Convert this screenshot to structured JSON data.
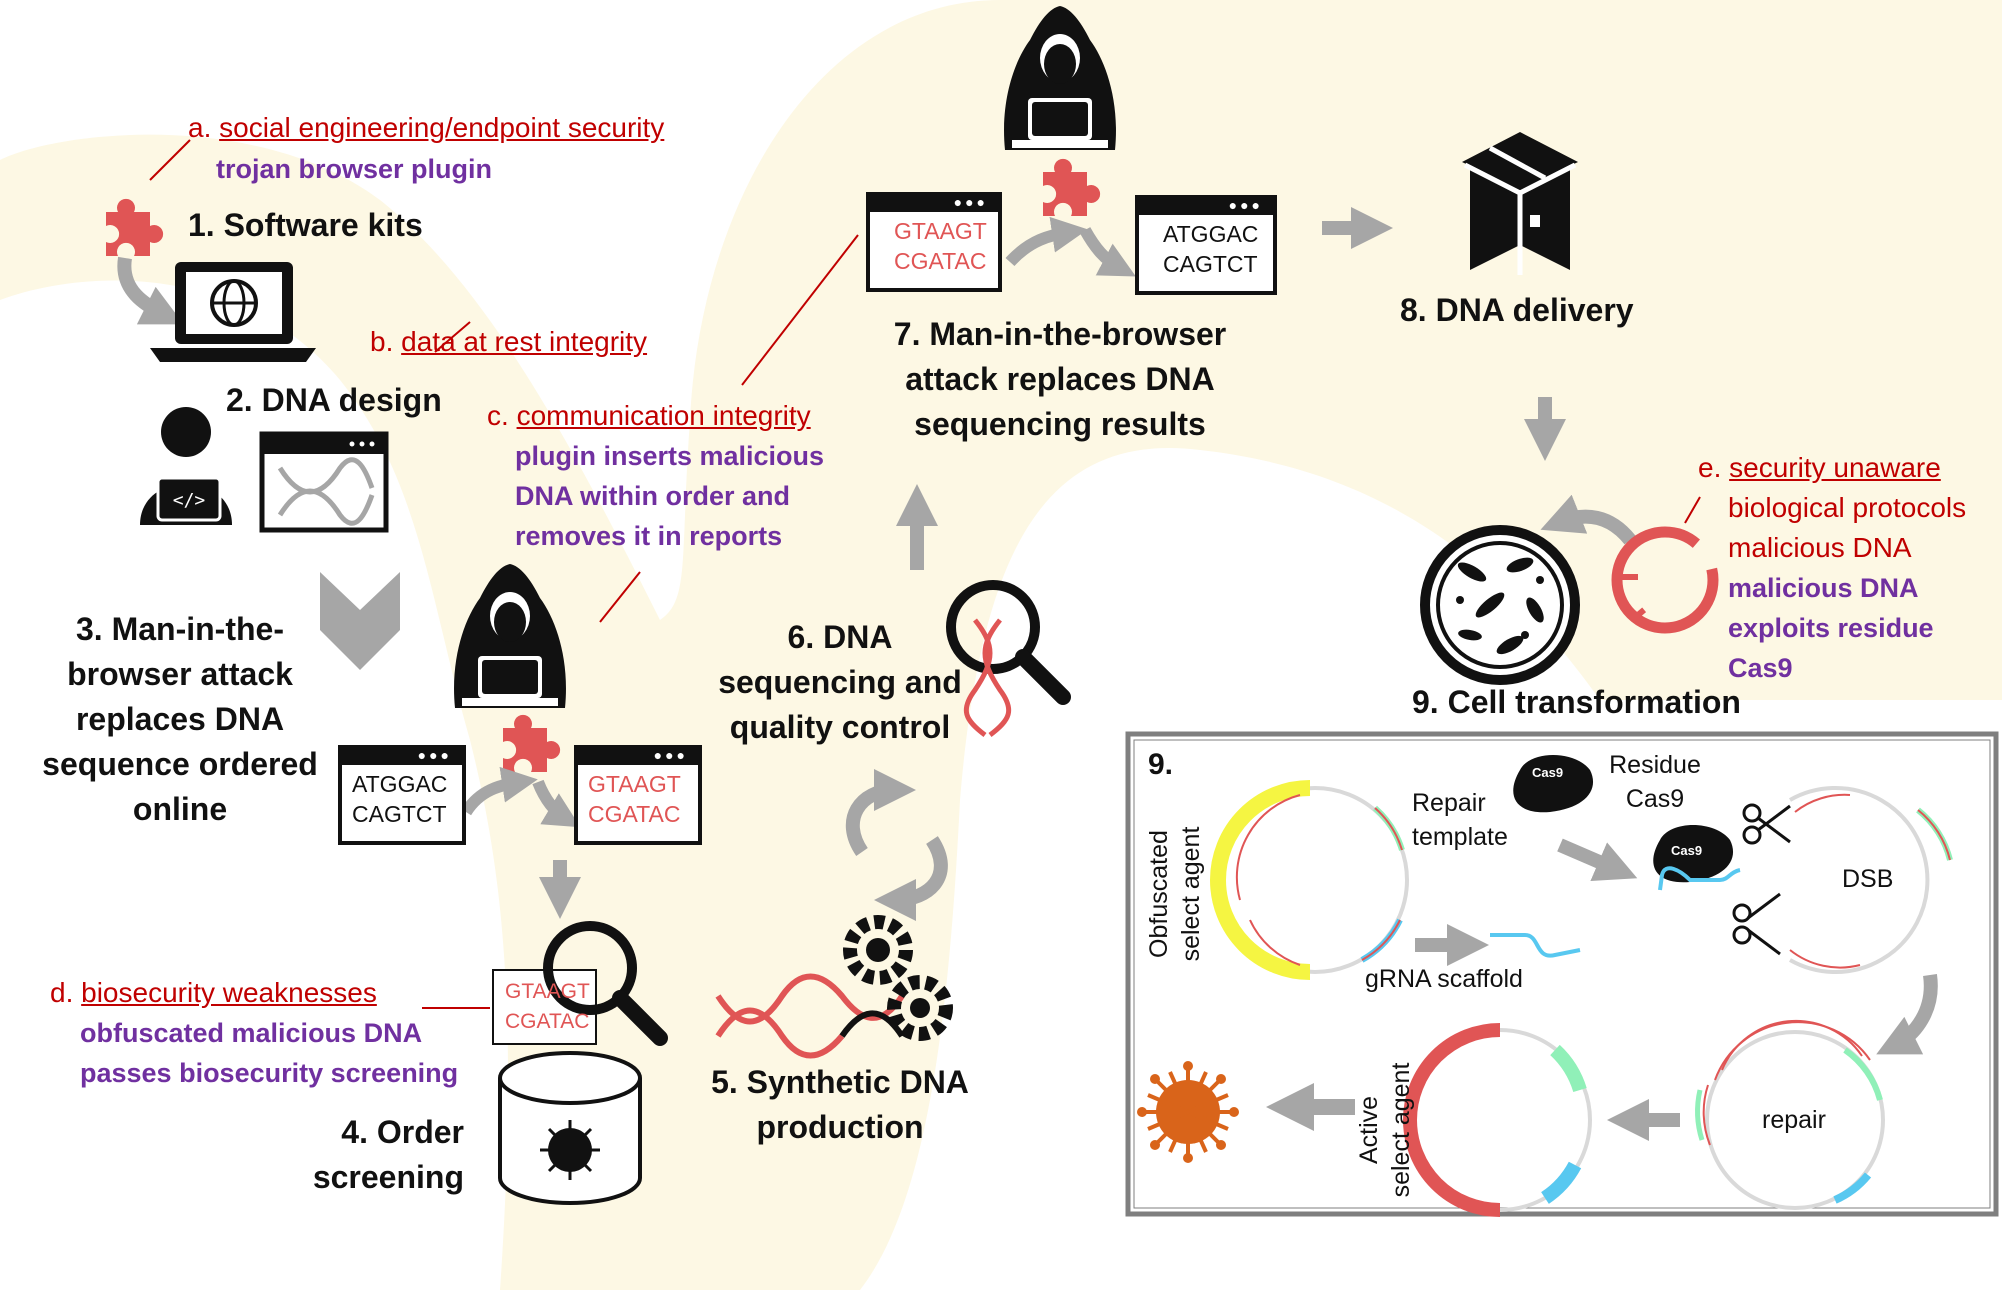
{
  "steps": {
    "s1": "1. Software kits",
    "s2": "2. DNA design",
    "s3": [
      "3. Man-in-the-",
      "browser attack",
      "replaces DNA",
      "sequence ordered",
      "online"
    ],
    "s4": [
      "4. Order",
      "screening"
    ],
    "s5": [
      "5. Synthetic DNA",
      "production"
    ],
    "s6": [
      "6. DNA",
      "sequencing and",
      "quality control"
    ],
    "s7": [
      "7. Man-in-the-browser",
      "attack replaces DNA",
      "sequencing results"
    ],
    "s8": "8. DNA delivery",
    "s9": "9. Cell transformation"
  },
  "annotations": {
    "a": {
      "prefix": "a. ",
      "title": "social engineering/endpoint security",
      "detail": [
        "trojan browser plugin"
      ]
    },
    "b": {
      "prefix": "b. ",
      "title": "data at rest integrity",
      "detail": []
    },
    "c": {
      "prefix": "c. ",
      "title": "communication integrity",
      "detail": [
        "plugin inserts malicious",
        "DNA within order and",
        "removes it in reports"
      ]
    },
    "d": {
      "prefix": "d. ",
      "title": "biosecurity weaknesses",
      "detail": [
        "obfuscated malicious DNA",
        "passes biosecurity screening"
      ]
    },
    "e": {
      "prefix": "e. ",
      "title": [
        "security unaware",
        "biological protocols",
        "malicious DNA"
      ],
      "detail": [
        "malicious DNA",
        "exploits residue",
        "Cas9"
      ]
    }
  },
  "sequences": {
    "order_original": [
      "ATGGAC",
      "CAGTCT"
    ],
    "order_replaced": [
      "GTAAGT",
      "CGATAC"
    ],
    "screen": [
      "GTAAGT",
      "CGATAC"
    ],
    "results_raw": [
      "GTAAGT",
      "CGATAC"
    ],
    "results_shown": [
      "ATGGAC",
      "CAGTCT"
    ]
  },
  "panel": {
    "number": "9.",
    "obfuscated": [
      "Obfuscated",
      "select agent"
    ],
    "repair_template": [
      "Repair",
      "template"
    ],
    "residue_cas9": [
      "Residue",
      "Cas9"
    ],
    "cas9_tag": "Cas9",
    "grna": "gRNA scaffold",
    "dsb": "DSB",
    "repair": "repair",
    "active": [
      "Active",
      "select agent"
    ]
  },
  "colors": {
    "background_path": "#fdf8e4",
    "red_text": "#c00000",
    "purple_text": "#7030a0",
    "dna_red": "#e05555",
    "arrow_gray": "#a6a6a6",
    "plasmid_yellow": "#f5f542",
    "plasmid_red": "#e05555",
    "plasmid_green": "#90f0b8",
    "plasmid_blue": "#58c8f0",
    "virus_orange": "#d9641a"
  },
  "icons": [
    "puzzle-icon",
    "laptop-globe-icon",
    "developer-icon",
    "dna-window-icon",
    "hacker-icon",
    "magnifier-icon",
    "database-virus-icon",
    "dna-gears-icon",
    "cycle-arrows-icon",
    "package-icon",
    "bacteria-dish-icon",
    "plasmid-icon",
    "scissors-icon",
    "virus-icon"
  ]
}
